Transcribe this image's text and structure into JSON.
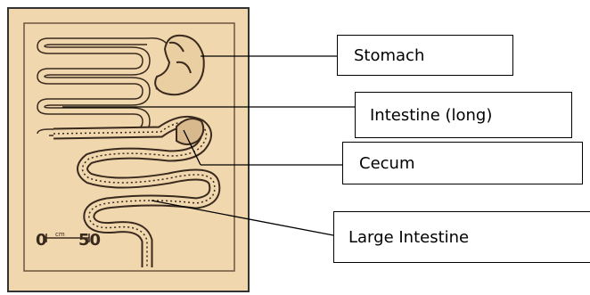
{
  "labels": {
    "stomach": "Stomach",
    "intestine_long": "Intestine (long)",
    "cecum": "Cecum",
    "large_intestine": "Large Intestine"
  },
  "scale": {
    "start": "0",
    "unit": "cm",
    "end": "50"
  },
  "colors": {
    "panel_bg": "#f0d7ad",
    "panel_border": "#333333",
    "ink": "#3a2a1e"
  }
}
